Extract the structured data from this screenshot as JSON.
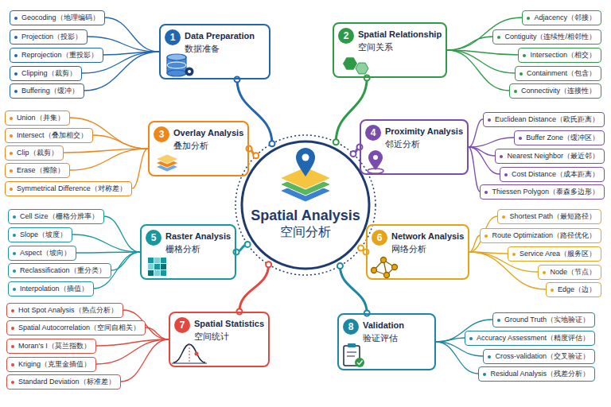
{
  "diagram": {
    "nodes": [
      {
        "text": [
          "Spatial Analysis",
          "空间分析"
        ]
      },
      {
        "text": [
          "1",
          "Data Preparation",
          "数据准备"
        ]
      },
      {
        "text": [
          "Geocoding（地理编码）"
        ]
      },
      {
        "text": [
          "Projection（投影）"
        ]
      },
      {
        "text": [
          "Reprojection（重投影）"
        ]
      },
      {
        "text": [
          "Clipping（裁剪）"
        ]
      },
      {
        "text": [
          "Buffering（缓冲）"
        ]
      },
      {
        "text": [
          "2",
          "Spatial Relationship",
          "空间关系"
        ]
      },
      {
        "text": [
          "Adjacency（邻接）"
        ]
      },
      {
        "text": [
          "Contiguity（连续性/相邻性）"
        ]
      },
      {
        "text": [
          "Intersection（相交）"
        ]
      },
      {
        "text": [
          "Containment（包含）"
        ]
      },
      {
        "text": [
          "Connectivity（连接性）"
        ]
      },
      {
        "text": [
          "3",
          "Overlay Analysis",
          "叠加分析"
        ]
      },
      {
        "text": [
          "Union（并集）"
        ]
      },
      {
        "text": [
          "Intersect（叠加相交）"
        ]
      },
      {
        "text": [
          "Clip（裁剪）"
        ]
      },
      {
        "text": [
          "Erase（擦除）"
        ]
      },
      {
        "text": [
          "Symmetrical Difference（对称差）"
        ]
      },
      {
        "text": [
          "4",
          "Proximity Analysis",
          "邻近分析"
        ]
      },
      {
        "text": [
          "Euclidean Distance（欧氏距离）"
        ]
      },
      {
        "text": [
          "Buffer Zone（缓冲区）"
        ]
      },
      {
        "text": [
          "Nearest Neighbor（最近邻）"
        ]
      },
      {
        "text": [
          "Cost Distance（成本距离）"
        ]
      },
      {
        "text": [
          "Thiessen Polygon（泰森多边形）"
        ]
      },
      {
        "text": [
          "5",
          "Raster Analysis",
          "栅格分析"
        ]
      },
      {
        "text": [
          "Cell Size（栅格分辨率）"
        ]
      },
      {
        "text": [
          "Slope（坡度）"
        ]
      },
      {
        "text": [
          "Aspect（坡向）"
        ]
      },
      {
        "text": [
          "Reclassification（重分类）"
        ]
      },
      {
        "text": [
          "Interpolation（插值）"
        ]
      },
      {
        "text": [
          "6",
          "Network Analysis",
          "网络分析"
        ]
      },
      {
        "text": [
          "Shortest Path（最短路径）"
        ]
      },
      {
        "text": [
          "Route Optimization（路径优化）"
        ]
      },
      {
        "text": [
          "Service Area（服务区）"
        ]
      },
      {
        "text": [
          "Node（节点）"
        ]
      },
      {
        "text": [
          "Edge（边）"
        ]
      },
      {
        "text": [
          "7",
          "Spatial Statistics",
          "空间统计"
        ]
      },
      {
        "text": [
          "Hot Spot Analysis（热点分析）"
        ]
      },
      {
        "text": [
          "Spatial Autocorrelation（空间自相关）"
        ]
      },
      {
        "text": [
          "Moran's I（莫兰指数）"
        ]
      },
      {
        "text": [
          "Kriging（克里金插值）"
        ]
      },
      {
        "text": [
          "Standard Deviation（标准差）"
        ]
      },
      {
        "text": [
          "8",
          "Validation",
          "验证评估"
        ]
      },
      {
        "text": [
          "Ground Truth（实地验证）"
        ]
      },
      {
        "text": [
          "Accuracy Assessment（精度评估）"
        ]
      },
      {
        "text": [
          "Cross-validation（交叉验证）"
        ]
      },
      {
        "text": [
          "Residual Analysis（残差分析）"
        ]
      }
    ],
    "edges": [
      {
        "from": 0,
        "to": 1,
        "arrow": "none"
      },
      {
        "from": 0,
        "to": 7,
        "arrow": "none"
      },
      {
        "from": 0,
        "to": 13,
        "arrow": "none"
      },
      {
        "from": 0,
        "to": 19,
        "arrow": "none"
      },
      {
        "from": 0,
        "to": 25,
        "arrow": "none"
      },
      {
        "from": 0,
        "to": 31,
        "arrow": "none"
      },
      {
        "from": 0,
        "to": 37,
        "arrow": "none"
      },
      {
        "from": 0,
        "to": 43,
        "arrow": "none"
      },
      {
        "from": 1,
        "to": 2,
        "arrow": "none"
      },
      {
        "from": 1,
        "to": 3,
        "arrow": "none"
      },
      {
        "from": 1,
        "to": 4,
        "arrow": "none"
      },
      {
        "from": 1,
        "to": 5,
        "arrow": "none"
      },
      {
        "from": 1,
        "to": 6,
        "arrow": "none"
      },
      {
        "from": 7,
        "to": 8,
        "arrow": "none"
      },
      {
        "from": 7,
        "to": 9,
        "arrow": "none"
      },
      {
        "from": 7,
        "to": 10,
        "arrow": "none"
      },
      {
        "from": 7,
        "to": 11,
        "arrow": "none"
      },
      {
        "from": 7,
        "to": 12,
        "arrow": "none"
      },
      {
        "from": 13,
        "to": 14,
        "arrow": "none"
      },
      {
        "from": 13,
        "to": 15,
        "arrow": "none"
      },
      {
        "from": 13,
        "to": 16,
        "arrow": "none"
      },
      {
        "from": 13,
        "to": 17,
        "arrow": "none"
      },
      {
        "from": 13,
        "to": 18,
        "arrow": "none"
      },
      {
        "from": 19,
        "to": 20,
        "arrow": "none"
      },
      {
        "from": 19,
        "to": 21,
        "arrow": "none"
      },
      {
        "from": 19,
        "to": 22,
        "arrow": "none"
      },
      {
        "from": 19,
        "to": 23,
        "arrow": "none"
      },
      {
        "from": 19,
        "to": 24,
        "arrow": "none"
      },
      {
        "from": 25,
        "to": 26,
        "arrow": "none"
      },
      {
        "from": 25,
        "to": 27,
        "arrow": "none"
      },
      {
        "from": 25,
        "to": 28,
        "arrow": "none"
      },
      {
        "from": 25,
        "to": 29,
        "arrow": "none"
      },
      {
        "from": 25,
        "to": 30,
        "arrow": "none"
      },
      {
        "from": 31,
        "to": 32,
        "arrow": "none"
      },
      {
        "from": 31,
        "to": 33,
        "arrow": "none"
      },
      {
        "from": 31,
        "to": 34,
        "arrow": "none"
      },
      {
        "from": 31,
        "to": 35,
        "arrow": "none"
      },
      {
        "from": 31,
        "to": 36,
        "arrow": "none"
      },
      {
        "from": 37,
        "to": 38,
        "arrow": "none"
      },
      {
        "from": 37,
        "to": 39,
        "arrow": "none"
      },
      {
        "from": 37,
        "to": 40,
        "arrow": "none"
      },
      {
        "from": 37,
        "to": 41,
        "arrow": "none"
      },
      {
        "from": 37,
        "to": 42,
        "arrow": "none"
      },
      {
        "from": 43,
        "to": 44,
        "arrow": "none"
      },
      {
        "from": 43,
        "to": 45,
        "arrow": "none"
      },
      {
        "from": 43,
        "to": 46,
        "arrow": "none"
      },
      {
        "from": 43,
        "to": 47,
        "arrow": "none"
      }
    ]
  }
}
